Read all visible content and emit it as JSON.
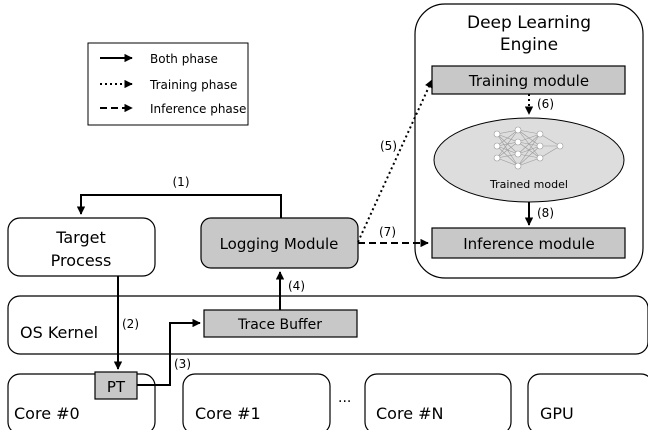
{
  "legend": {
    "items": [
      {
        "style": "solid",
        "label": "Both phase"
      },
      {
        "style": "dotted",
        "label": "Training phase"
      },
      {
        "style": "dashed",
        "label": "Inference phase"
      }
    ]
  },
  "engine": {
    "title_line1": "Deep Learning",
    "title_line2": "Engine",
    "training_module": "Training module",
    "trained_model": "Trained model",
    "inference_module": "Inference module"
  },
  "nodes": {
    "target_process_line1": "Target",
    "target_process_line2": "Process",
    "logging_module": "Logging Module",
    "os_kernel": "OS Kernel",
    "trace_buffer": "Trace Buffer",
    "pt": "PT",
    "ellipsis": "..."
  },
  "cores": [
    "Core #0",
    "Core #1",
    "Core #N",
    "GPU"
  ],
  "arrow_labels": {
    "a1": "(1)",
    "a2": "(2)",
    "a3": "(3)",
    "a4": "(4)",
    "a5": "(5)",
    "a6": "(6)",
    "a7": "(7)",
    "a8": "(8)"
  },
  "colors": {
    "gray_fill": "#c8c8c8",
    "model_fill": "#dddddd",
    "line": "#000000"
  }
}
